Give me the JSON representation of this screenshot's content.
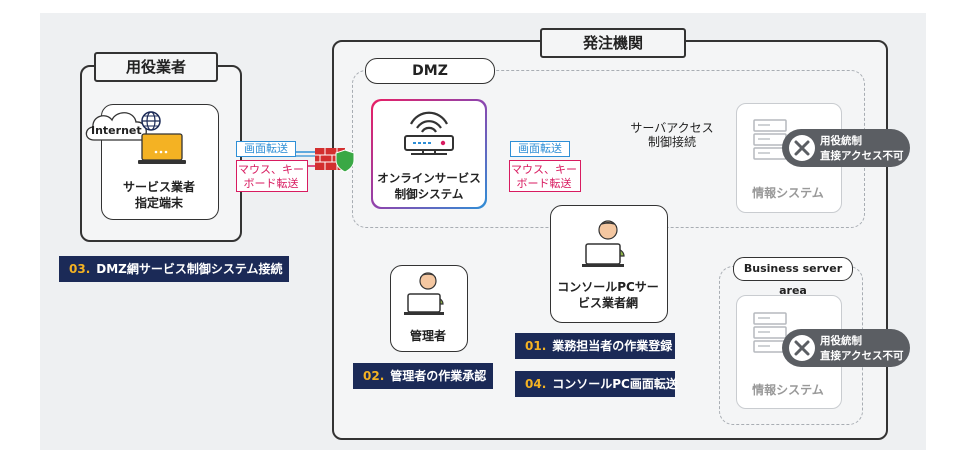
{
  "user_org": {
    "title": "用役業者",
    "internet": "Internet",
    "terminal_label_1": "サービス業者",
    "terminal_label_2": "指定端末"
  },
  "client_org": {
    "title": "発注機関",
    "dmz": "DMZ",
    "business_area": "Business server area"
  },
  "online_system": {
    "label_1": "オンラインサービス",
    "label_2": "制御システム"
  },
  "console_pc": {
    "label_1": "コンソールPCサー",
    "label_2": "ビス業者網"
  },
  "admin": {
    "label": "管理者"
  },
  "links": {
    "screen_transfer": "画面転送",
    "mouse_kb_1": "マウス、キー",
    "mouse_kb_2": "ボード転送",
    "server_access_1": "サーバアクセス",
    "server_access_2": "制御接続"
  },
  "info_system": {
    "label": "情報システム",
    "block_1": "用役統制",
    "block_2": "直接アクセス不可"
  },
  "steps": [
    {
      "num": "01.",
      "text": "業務担当者の作業登録"
    },
    {
      "num": "02.",
      "text": "管理者の作業承認"
    },
    {
      "num": "03.",
      "text": "DMZ網サービス制御システム接続"
    },
    {
      "num": "04.",
      "text": "コンソールPC画面転送"
    }
  ],
  "colors": {
    "screen_arrow": "#2e8fd6",
    "input_arrow": "#d81b60",
    "approval_arrow": "#f0a35e",
    "badge_bg": "#1b2a57",
    "badge_num": "#f4b223"
  }
}
